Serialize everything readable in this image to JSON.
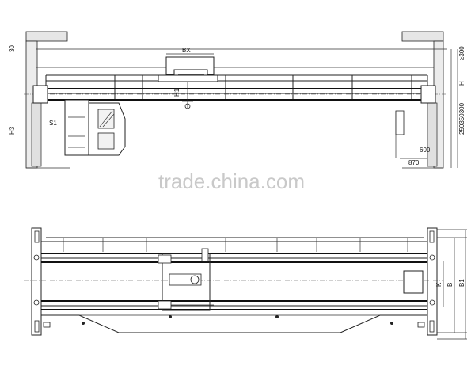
{
  "watermark": "trade.china.com",
  "side_view": {
    "top_label": "BX",
    "left_dim_top": "30",
    "right_dim_top": "≥300",
    "right_dim_height": "H",
    "right_dim_stack": "250350300",
    "trolley_dim": "H1",
    "left_label_h3": "H3",
    "left_label_s1": "S1",
    "dim_600": "600",
    "dim_870": "870"
  },
  "plan_view": {
    "dim_k": "K",
    "dim_b": "B",
    "dim_b1": "B1"
  }
}
